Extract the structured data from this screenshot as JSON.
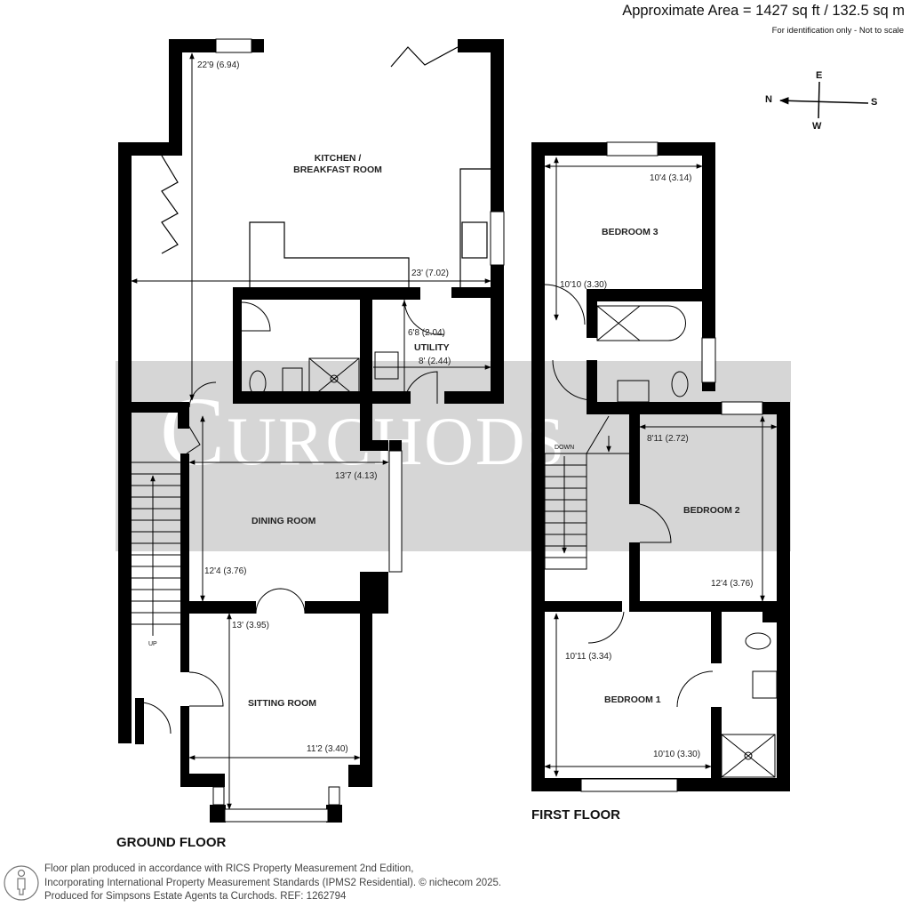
{
  "header": {
    "area": "Approximate Area = 1427 sq ft / 132.5 sq m",
    "note": "For identification only - Not to scale"
  },
  "compass": {
    "north": "N",
    "south": "S",
    "east": "E",
    "west": "W"
  },
  "watermark": "Curchods",
  "colors": {
    "wall": "#000000",
    "watermark_band": "#d6d6d6",
    "background": "#ffffff"
  },
  "ground_floor": {
    "title": "GROUND FLOOR",
    "rooms": [
      {
        "name": "KITCHEN /",
        "name2": "BREAKFAST ROOM",
        "dims": [
          "22'9 (6.94)",
          "23' (7.02)"
        ]
      },
      {
        "name": "UTILITY",
        "dims": [
          "6'8 (2.04)",
          "8' (2.44)"
        ]
      },
      {
        "name": "DINING ROOM",
        "dims": [
          "13'7 (4.13)",
          "12'4 (3.76)"
        ]
      },
      {
        "name": "SITTING ROOM",
        "dims": [
          "13' (3.95)",
          "11'2 (3.40)"
        ]
      }
    ],
    "stairs_label": "UP"
  },
  "first_floor": {
    "title": "FIRST FLOOR",
    "rooms": [
      {
        "name": "BEDROOM 3",
        "dims": [
          "10'4 (3.14)",
          "10'10 (3.30)"
        ]
      },
      {
        "name": "BEDROOM 2",
        "dims": [
          "8'11 (2.72)",
          "12'4 (3.76)"
        ]
      },
      {
        "name": "BEDROOM 1",
        "dims": [
          "10'11 (3.34)",
          "10'10 (3.30)"
        ]
      }
    ],
    "stairs_label": "DOWN"
  },
  "footer": {
    "line1": "Floor plan produced in accordance with RICS Property Measurement 2nd Edition,",
    "line2": "Incorporating International Property Measurement Standards (IPMS2 Residential).   © nichecom 2025.",
    "line3": "Produced for Simpsons Estate Agents ta Curchods.   REF:  1262794"
  }
}
